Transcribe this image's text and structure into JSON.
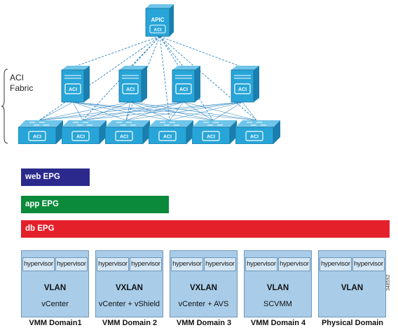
{
  "controller": {
    "label": "APIC",
    "badge": "ACI"
  },
  "fabric_label": "ACI\nFabric",
  "device_badge": "ACI",
  "epgs": [
    {
      "id": "web",
      "label": "web EPG",
      "color": "#2b2a8c"
    },
    {
      "id": "app",
      "label": "app EPG",
      "color": "#0a8a3a"
    },
    {
      "id": "db",
      "label": "db EPG",
      "color": "#e4202b"
    }
  ],
  "domains": [
    {
      "hypervisors": [
        "hypervisor",
        "hypervisor"
      ],
      "encapsulation": "VLAN",
      "manager": "vCenter",
      "caption": "VMM Domain1"
    },
    {
      "hypervisors": [
        "hypervisor",
        "hypervisor"
      ],
      "encapsulation": "VXLAN",
      "manager": "vCenter + vShield",
      "caption": "VMM Domain 2"
    },
    {
      "hypervisors": [
        "hypervisor",
        "hypervisor"
      ],
      "encapsulation": "VXLAN",
      "manager": "vCenter + AVS",
      "caption": "VMM Domain 3"
    },
    {
      "hypervisors": [
        "hypervisor",
        "hypervisor"
      ],
      "encapsulation": "VLAN",
      "manager": "SCVMM",
      "caption": "VMM Domain 4"
    },
    {
      "hypervisors": [
        "hypervisor",
        "hypervisor"
      ],
      "encapsulation": "VLAN",
      "manager": "",
      "caption": "Physical Domain"
    }
  ],
  "figure_id": "348592",
  "colors": {
    "device_fill": "#27a5d8",
    "device_dark": "#1a7fae",
    "link": "#2a84c2",
    "domain_fill": "#a9cde9"
  }
}
